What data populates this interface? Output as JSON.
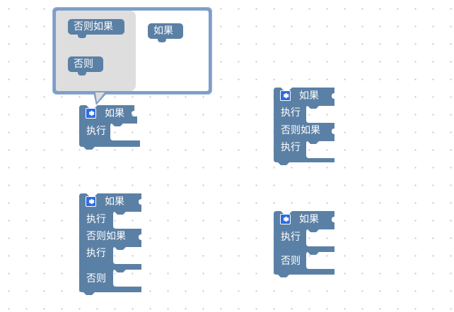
{
  "colors": {
    "block": "#5b80a5",
    "gear": "#2b6ce6",
    "bubble": "#7e9ec9",
    "flyout": "#dedede"
  },
  "mutator": {
    "flyout_items": [
      {
        "label": "否则如果"
      },
      {
        "label": "否则"
      }
    ],
    "workspace_item": {
      "label": "如果"
    }
  },
  "blocks": [
    {
      "id": "b1",
      "rows": [
        "如果",
        "执行"
      ]
    },
    {
      "id": "b2",
      "rows": [
        "如果",
        "执行",
        "否则如果",
        "执行"
      ]
    },
    {
      "id": "b3",
      "rows": [
        "如果",
        "执行",
        "否则如果",
        "执行",
        "否则"
      ]
    },
    {
      "id": "b4",
      "rows": [
        "如果",
        "执行",
        "否则"
      ]
    }
  ]
}
